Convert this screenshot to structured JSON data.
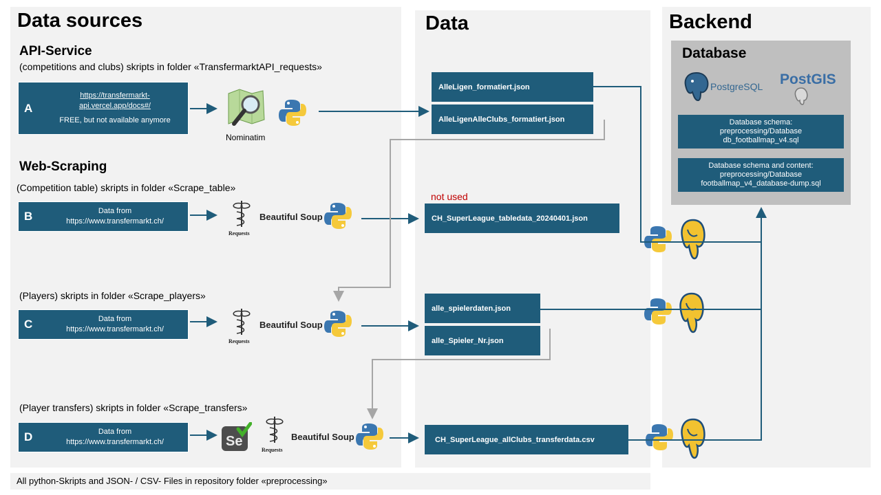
{
  "sections": {
    "data_sources": "Data sources",
    "data": "Data",
    "backend": "Backend"
  },
  "api": {
    "heading": "API-Service",
    "description": "(competitions and clubs) skripts in folder «TransfermarktAPI_requests»",
    "box_letter": "A",
    "box_link_line1": "https://transfermarkt-",
    "box_link_line2": "api.vercel.app/docs#/",
    "box_note": "FREE, but not available anymore",
    "tool_label": "Nominatim"
  },
  "scraping": {
    "heading": "Web-Scraping",
    "b_desc": "(Competition table) skripts in folder  «Scrape_table»",
    "c_desc": "(Players) skripts in folder  «Scrape_players»",
    "d_desc": "(Player transfers) skripts in folder  «Scrape_transfers»",
    "b_letter": "B",
    "c_letter": "C",
    "d_letter": "D",
    "box_line1": "Data from",
    "box_line2": "https://www.transfermarkt.ch/",
    "requests_label": "Requests",
    "beautifulsoup_label": "Beautiful Soup"
  },
  "files": {
    "alleligen": "AlleLigen_formatiert.json",
    "alleligenclubs": "AlleLigenAlleClubs_formatiert.json",
    "not_used": "not used",
    "tabledata": "CH_SuperLeague_tabledata_20240401.json",
    "spielerdaten": "alle_spielerdaten.json",
    "spieler_nr": "alle_Spieler_Nr.json",
    "transferdata": "CH_SuperLeague_allClubs_transferdata.csv"
  },
  "backend": {
    "database_title": "Database",
    "postgres_label": "PostgreSQL",
    "postgis_label": "PostGIS",
    "schema_line1": "Database schema:",
    "schema_line2": "preprocessing/Database",
    "schema_line3": "db_footballmap_v4.sql",
    "dump_line1": "Database schema and content:",
    "dump_line2": "preprocessing/Database",
    "dump_line3": "footballmap_v4_database-dump.sql"
  },
  "footer": "All python-Skripts and JSON- / CSV- Files in repository folder «preprocessing»",
  "colors": {
    "box": "#1f5c7a",
    "panel": "#f2f2f2",
    "database_panel": "#bfbfbf",
    "not_used": "#c00000",
    "gray_arrow": "#a6a6a6"
  }
}
